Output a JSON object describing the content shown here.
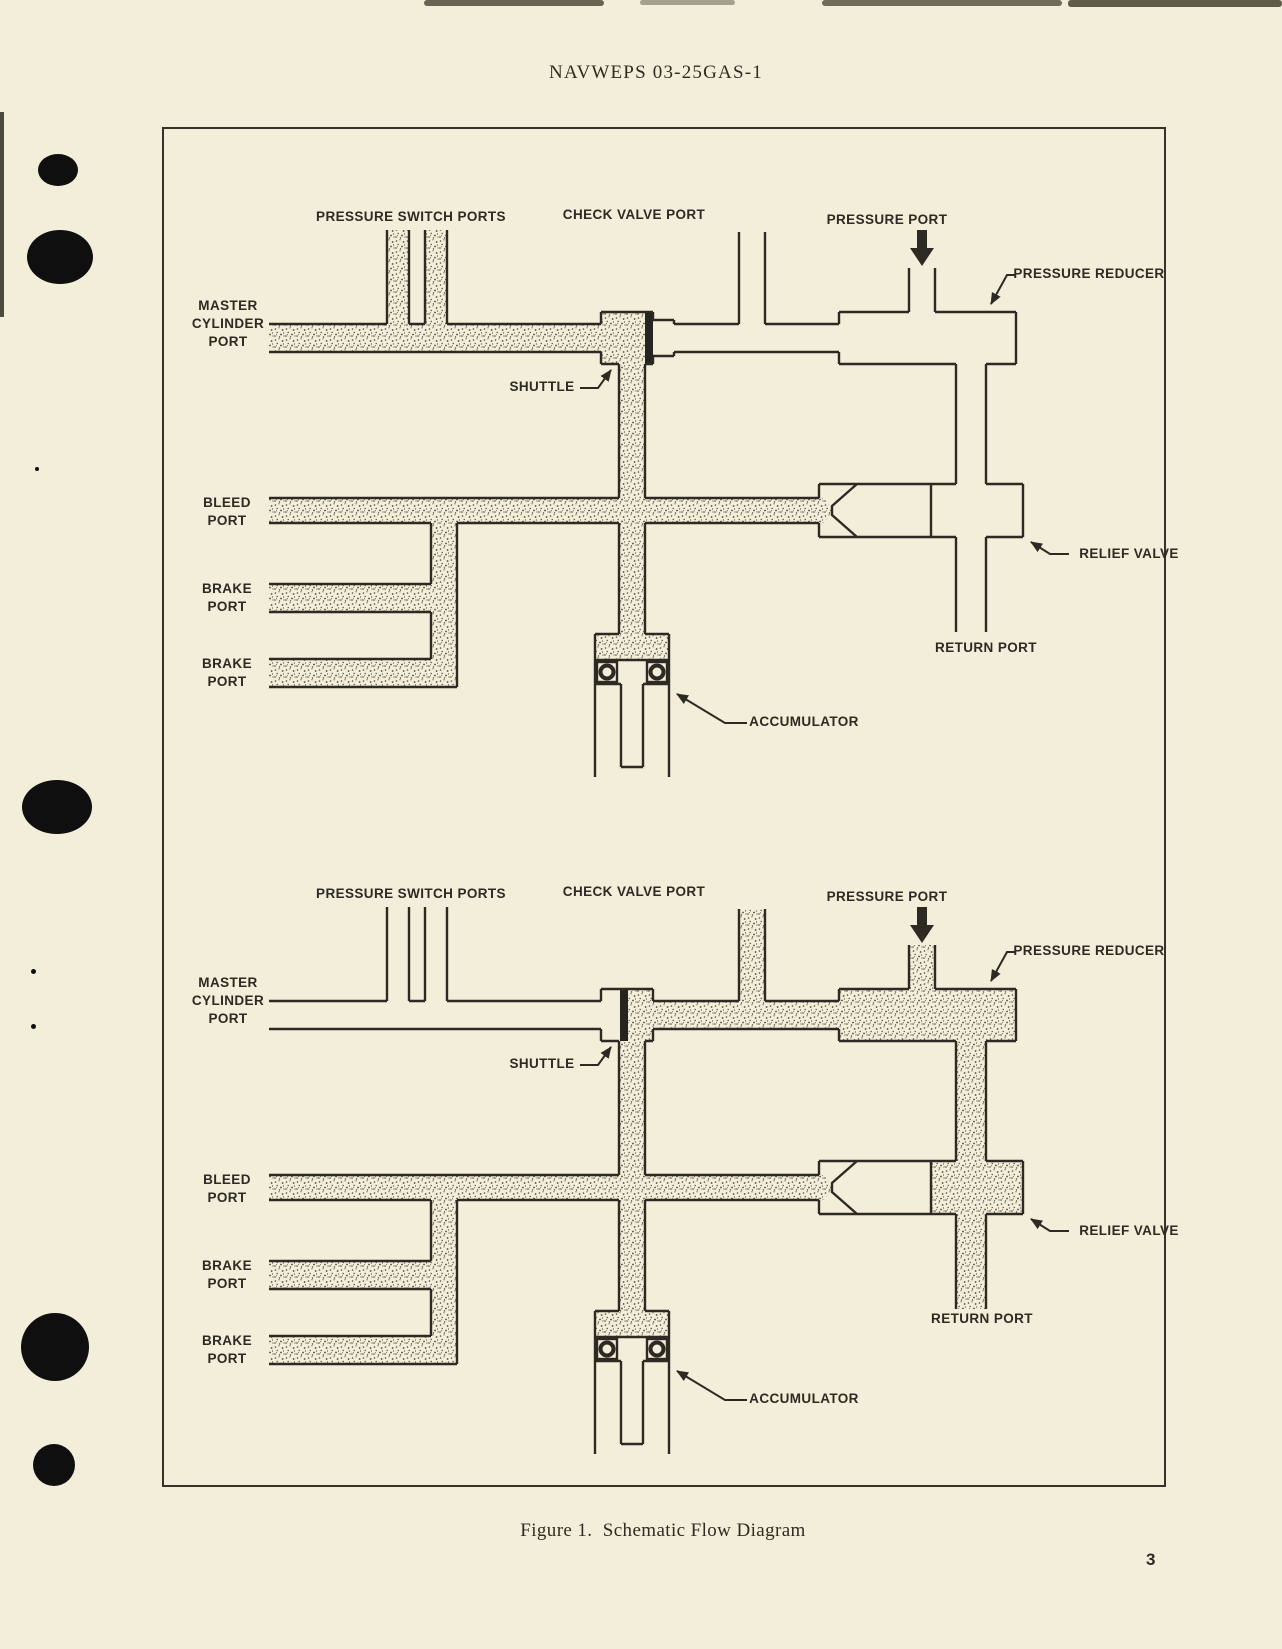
{
  "page": {
    "header": "NAVWEPS 03-25GAS-1",
    "caption": "Figure 1.  Schematic Flow Diagram",
    "page_number": "3"
  },
  "figure": {
    "labels": {
      "pressure_switch_ports": "PRESSURE SWITCH PORTS",
      "check_valve_port": "CHECK VALVE PORT",
      "pressure_port": "PRESSURE PORT",
      "pressure_reducer": "PRESSURE REDUCER",
      "master_cylinder_port": [
        "MASTER",
        "CYLINDER",
        "PORT"
      ],
      "shuttle": "SHUTTLE",
      "bleed_port": [
        "BLEED",
        "PORT"
      ],
      "brake_port": [
        "BRAKE",
        "PORT"
      ],
      "relief_valve": "RELIEF VALVE",
      "return_port": "RETURN PORT",
      "accumulator": "ACCUMULATOR"
    },
    "colors": {
      "paper": "#f3eeda",
      "ink": "#2c2a22",
      "stipple_dot": "#4e483a",
      "shuttle_bar": "#262420"
    }
  }
}
